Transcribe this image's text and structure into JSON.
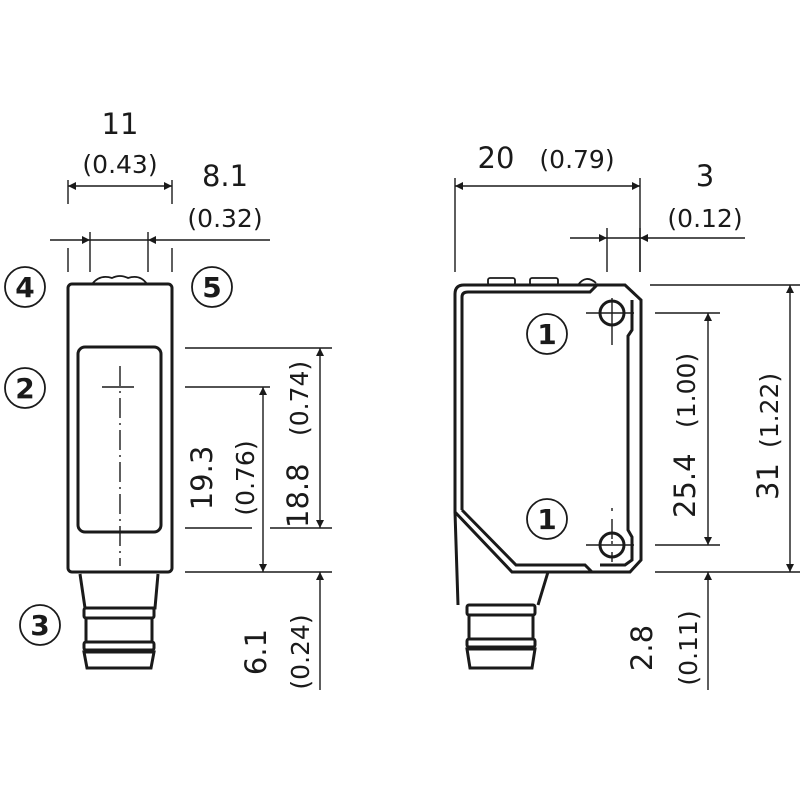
{
  "side_view": {
    "width_dim": {
      "value": "11",
      "inch": "(0.43)"
    },
    "lens_dim": {
      "value": "8.1",
      "inch": "(0.32)"
    },
    "optical_axis_dim": {
      "value": "19.3",
      "inch": "(0.76)"
    },
    "window_dim": {
      "value": "18.8",
      "inch": "(0.74)"
    },
    "connector_dim": {
      "value": "6.1",
      "inch": "(0.24)"
    },
    "callouts": [
      "4",
      "5",
      "2",
      "3"
    ]
  },
  "front_view": {
    "width_dim": {
      "value": "20",
      "inch": "(0.79)"
    },
    "hole_offset_dim": {
      "value": "3",
      "inch": "(0.12)"
    },
    "hole_spacing_dim": {
      "value": "25.4",
      "inch": "(1.00)"
    },
    "height_dim": {
      "value": "31",
      "inch": "(1.22)"
    },
    "hole_bottom_dim": {
      "value": "2.8",
      "inch": "(0.11)"
    },
    "callouts": [
      "1",
      "1"
    ]
  }
}
